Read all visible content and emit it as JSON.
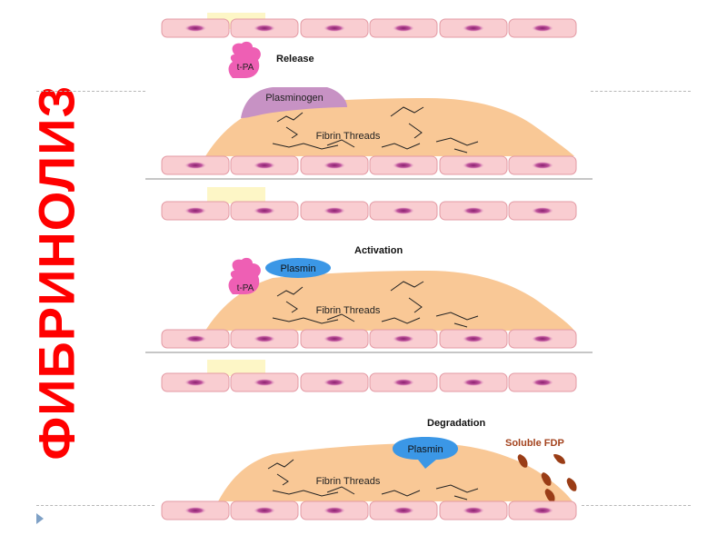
{
  "slide": {
    "title": "ФИБРИНОЛИЗ"
  },
  "panels": [
    {
      "step": "Release",
      "clot_label": "Fibrin Threads",
      "enzyme_label": "t-PA",
      "protein_label": "Plasminogen"
    },
    {
      "step": "Activation",
      "clot_label": "Fibrin Threads",
      "enzyme_label": "t-PA",
      "protein_label": "Plasmin"
    },
    {
      "step": "Degradation",
      "clot_label": "Fibrin Threads",
      "protein_label": "Plasmin",
      "products_label": "Soluble FDP"
    }
  ],
  "colors": {
    "title": "#ff0000",
    "cell_fill": "#f9cdd1",
    "cell_stroke": "#e39aa4",
    "nucleus": "#b03d8c",
    "clot": "#f9c896",
    "tpa": "#ee5fb4",
    "plasminogen": "#c792c4",
    "plasmin": "#3b97e6",
    "fdp": "#9a3d16",
    "fdp_text": "#a3421d",
    "gap_highlight": "#fdf6c6"
  }
}
